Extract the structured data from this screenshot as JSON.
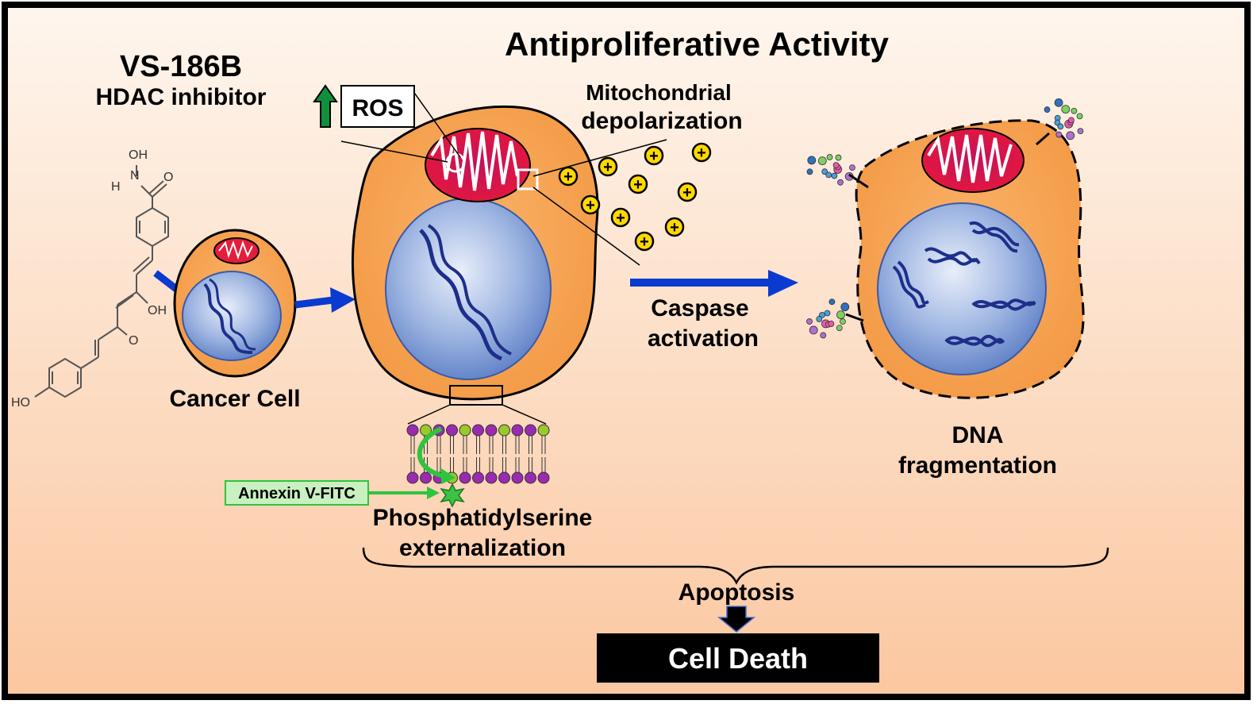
{
  "title": "Antiproliferative Activity",
  "compound": {
    "name": "VS-186B",
    "class": "HDAC inhibitor"
  },
  "structure_labels": {
    "oh_top": "OH",
    "n": "N",
    "h": "H",
    "o1": "O",
    "oh_mid": "OH",
    "o2": "O",
    "ho": "HO"
  },
  "labels": {
    "ros": "ROS",
    "mito_line1": "Mitochondrial",
    "mito_line2": "depolarization",
    "cancer_cell": "Cancer Cell",
    "caspase_line1": "Caspase",
    "caspase_line2": "activation",
    "dna_line1": "DNA",
    "dna_line2": "fragmentation",
    "annexin": "Annexin V-FITC",
    "ps_line1": "Phosphatidylserine",
    "ps_line2": "externalization",
    "apoptosis": "Apoptosis",
    "cell_death": "Cell Death",
    "plus": "+"
  },
  "colors": {
    "background_top": "#fef5ec",
    "background_bottom": "#fbc9a2",
    "cell_orange": "#f9a95a",
    "nucleus_blue": "#8fa9dc",
    "mito_red": "#e4123c",
    "arrow_blue": "#0b3ad0",
    "ros_arrow_green": "#10903a",
    "annexin_green": "#32c840",
    "ion_yellow": "#ffd800"
  }
}
